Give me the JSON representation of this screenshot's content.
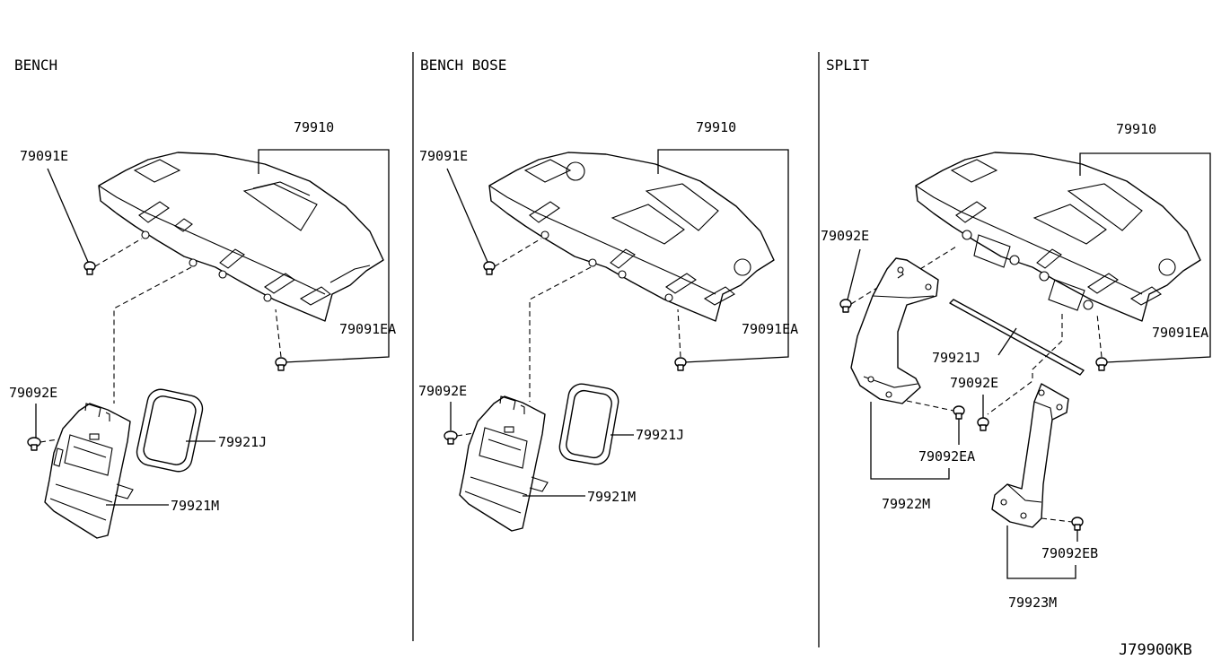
{
  "sections": {
    "bench": "BENCH",
    "bench_bose": "BENCH BOSE",
    "split": "SPLIT"
  },
  "bench": {
    "shelf": "79910",
    "clip_left": "79091E",
    "clip_right": "79091EA",
    "screw": "79092E",
    "gasket": "79921J",
    "bracket": "79921M"
  },
  "bench_bose": {
    "shelf": "79910",
    "clip_left": "79091E",
    "clip_right": "79091EA",
    "screw": "79092E",
    "gasket": "79921J",
    "bracket": "79921M"
  },
  "split": {
    "shelf": "79910",
    "screw_left": "79092E",
    "clip_right": "79091EA",
    "strip": "79921J",
    "screw_mid": "79092E",
    "clip_mid": "79092EA",
    "bracket_left": "79922M",
    "clip_low": "79092EB",
    "bracket_right": "79923M"
  },
  "diagram_code": "J79900KB"
}
